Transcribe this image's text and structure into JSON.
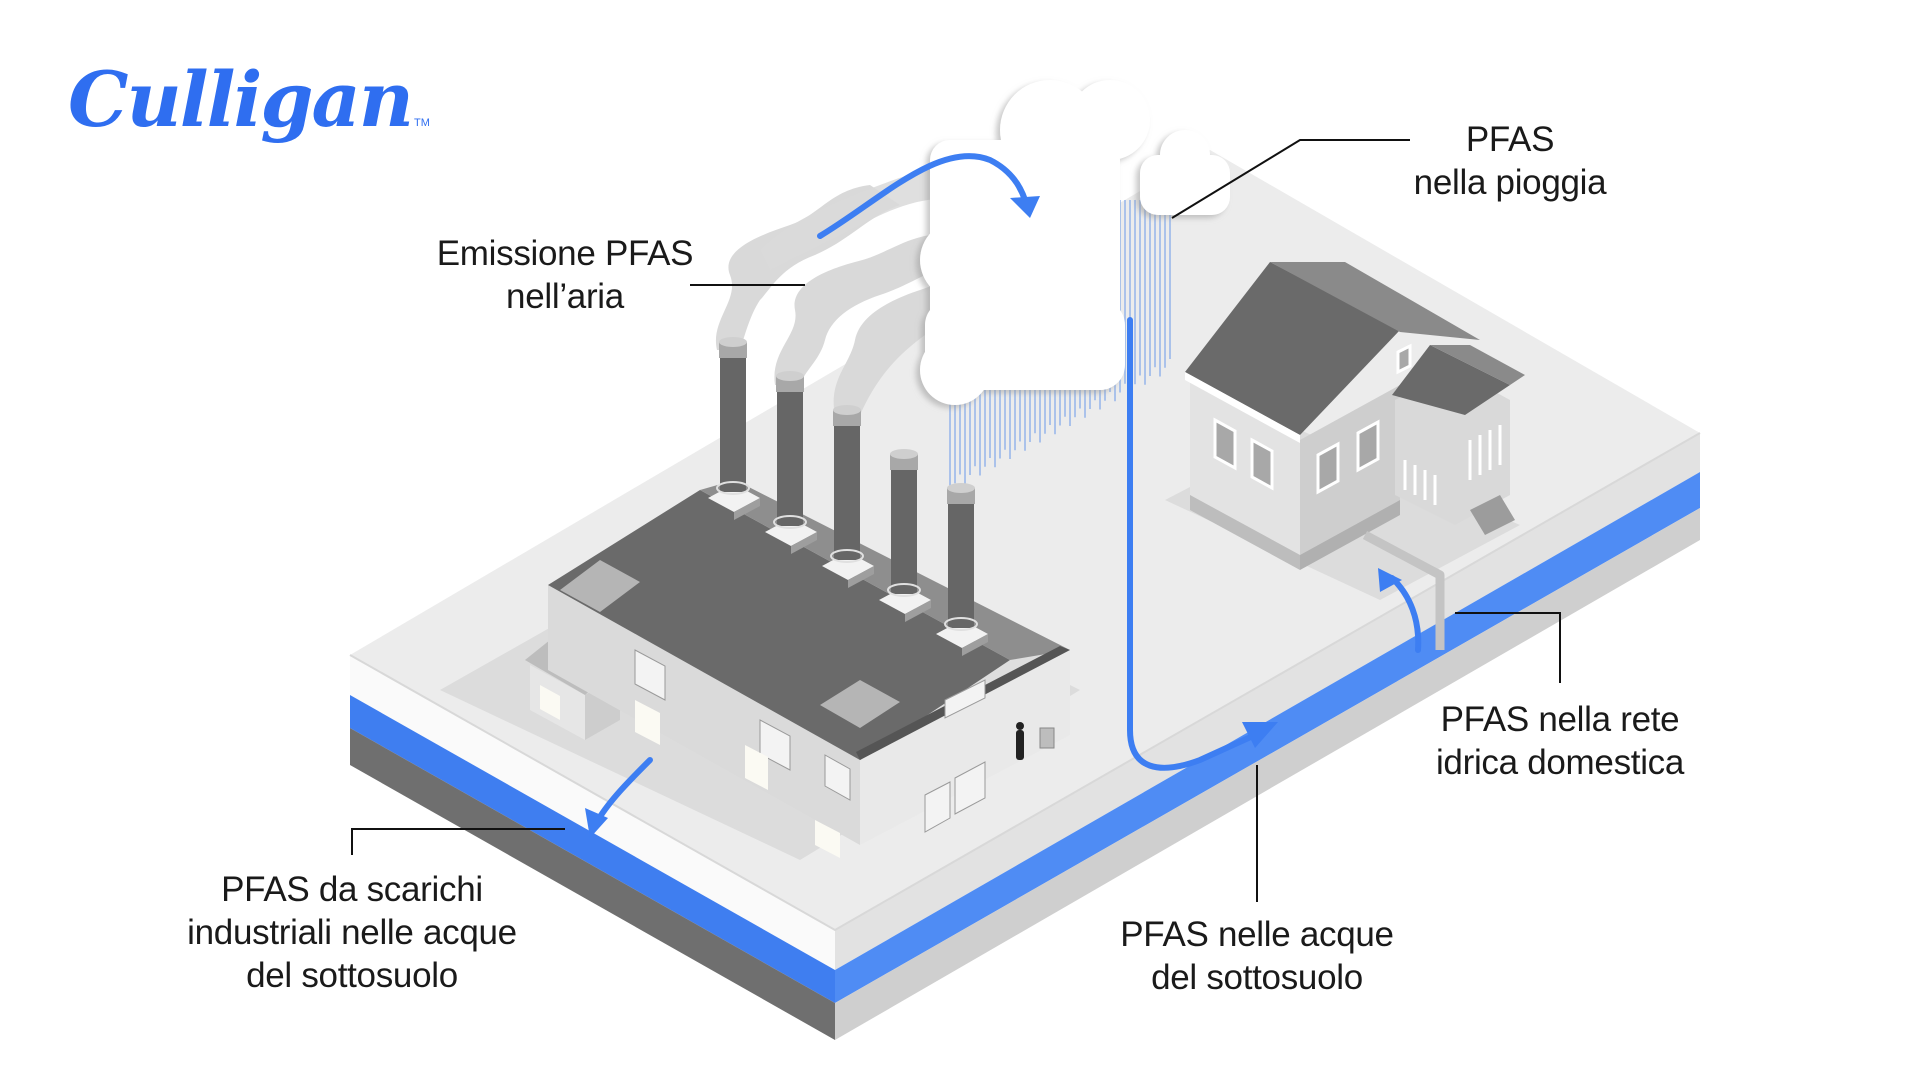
{
  "brand": {
    "name": "Culligan",
    "trademark": "TM",
    "color": "#2f6ef0"
  },
  "labels": {
    "air_emission": {
      "line1": "Emissione PFAS",
      "line2": "nell’aria"
    },
    "rain": {
      "line1": "PFAS",
      "line2": "nella pioggia"
    },
    "industrial_discharge": {
      "line1": "PFAS da scarichi",
      "line2": "industriali nelle acque",
      "line3": "del sottosuolo"
    },
    "groundwater": {
      "line1": "PFAS nelle acque",
      "line2": "del sottosuolo"
    },
    "domestic_network": {
      "line1": "PFAS nella rete",
      "line2": "idrica domestica"
    }
  },
  "colors": {
    "accent_blue": "#3d7ef2",
    "water_layer_left": "#3f7ef0",
    "water_layer_right": "#4f8cf4",
    "ground_top": "#ececec",
    "soil_dark": "#6f6f6f",
    "soil_light": "#cfcfcf",
    "roof": "#6a6a6a",
    "wall_light": "#e3e3e3",
    "wall_mid": "#cdcdcd",
    "smoke": "#d9d9d9",
    "rain": "#8fb1ea",
    "leader_line": "#111111"
  },
  "scene": {
    "objects": [
      "factory",
      "chimneys",
      "smoke",
      "clouds",
      "rain",
      "house",
      "groundwater-layer",
      "water-pipe"
    ],
    "chimney_count": 5,
    "flow_arrows": [
      "air-to-cloud",
      "rain-to-groundwater",
      "discharge-to-groundwater",
      "groundwater-to-house"
    ]
  }
}
